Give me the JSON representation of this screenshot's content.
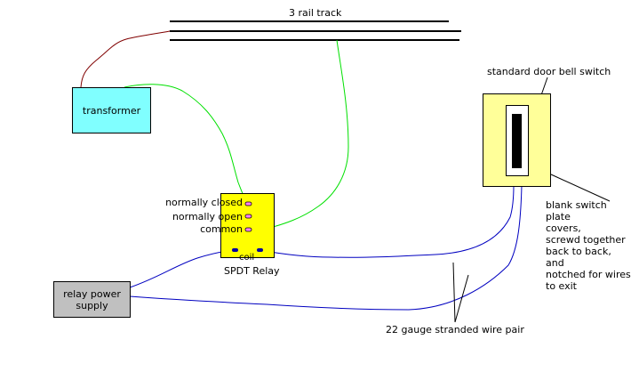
{
  "labels": {
    "track": "3 rail track",
    "transformer": "transformer",
    "doorbell_switch": "standard door bell switch",
    "relay_nc": "normally closed",
    "relay_no": "normally open",
    "relay_common": "common",
    "relay_coil": "coil",
    "relay_name": "SPDT Relay",
    "power_supply": "relay power\nsupply",
    "plate_note": "blank switch plate\ncovers,\nscrewd together\nback to back, and\nnotched for wires\nto exit",
    "wire_note": "22 gauge stranded wire pair"
  },
  "colors": {
    "transformer_fill": "#80ffff",
    "relay_fill": "#ffff00",
    "switch_plate_fill": "#ffff99",
    "power_supply_fill": "#c0c0c0",
    "relay_contact": "#ff80ff",
    "coil_contact": "#0000a0",
    "green_wire": "#00e000",
    "brown_wire": "#800000",
    "blue_wire": "#0000c0",
    "track": "#000000"
  }
}
